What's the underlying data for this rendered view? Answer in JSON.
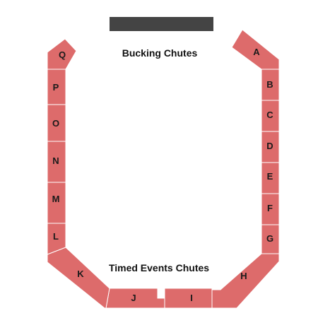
{
  "colors": {
    "section_fill": "#dd6b6b",
    "stage_fill": "#444444",
    "background": "#ffffff"
  },
  "labels": {
    "bucking_chutes": "Bucking Chutes",
    "timed_events_chutes": "Timed Events Chutes"
  },
  "sections": [
    "A",
    "B",
    "C",
    "D",
    "E",
    "F",
    "G",
    "H",
    "I",
    "J",
    "K",
    "L",
    "M",
    "N",
    "O",
    "P",
    "Q"
  ]
}
